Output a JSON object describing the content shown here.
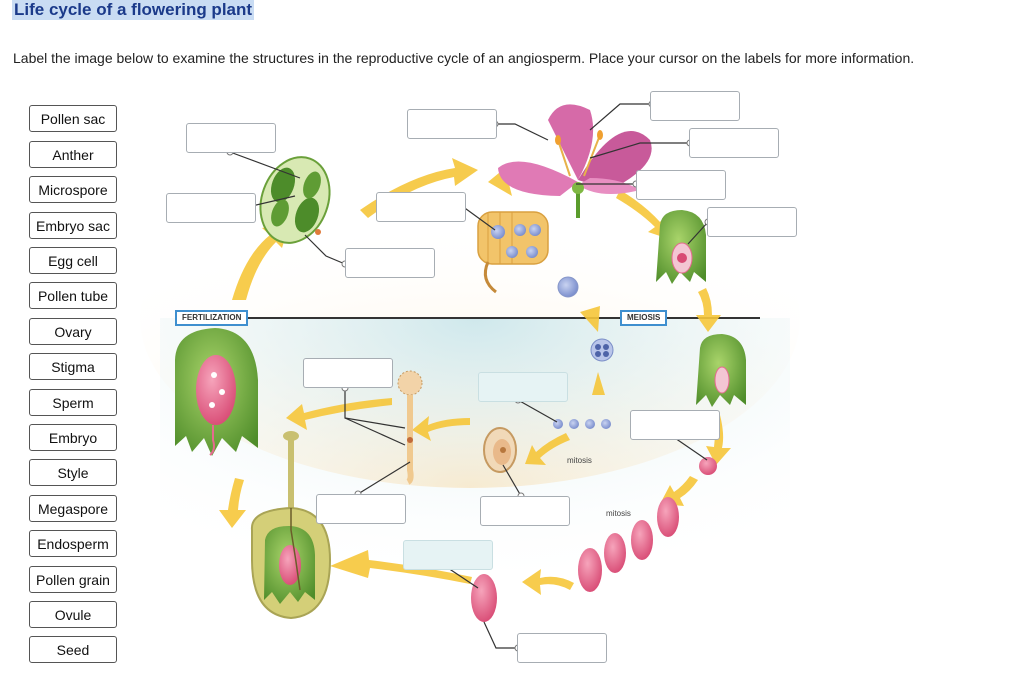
{
  "title": "Life cycle of a flowering plant",
  "instructions": "Label the image below to examine the structures in the reproductive cycle of an angiosperm. Place your cursor on the labels for more information.",
  "labels": [
    "Pollen sac",
    "Anther",
    "Microspore",
    "Embryo sac",
    "Egg cell",
    "Pollen tube",
    "Ovary",
    "Stigma",
    "Sperm",
    "Embryo",
    "Style",
    "Megaspore",
    "Endosperm",
    "Pollen grain",
    "Ovule",
    "Seed"
  ],
  "diagram": {
    "fertilization_tag": "FERTILIZATION",
    "meiosis_tag": "MEIOSIS",
    "mitosis_note_1": "mitosis",
    "mitosis_note_2": "mitosis"
  },
  "colors": {
    "title_bg": "#c9dcf3",
    "title_text": "#1b3a8a",
    "upper_bg": "#fdf0dc",
    "lower_bg": "#dcedf0",
    "arrow": "#f6c63a",
    "stage_border": "#3f8fcf",
    "petal": "#d66aa8",
    "ovary_green": "#7fb843",
    "pink_cell": "#e56a8e"
  }
}
